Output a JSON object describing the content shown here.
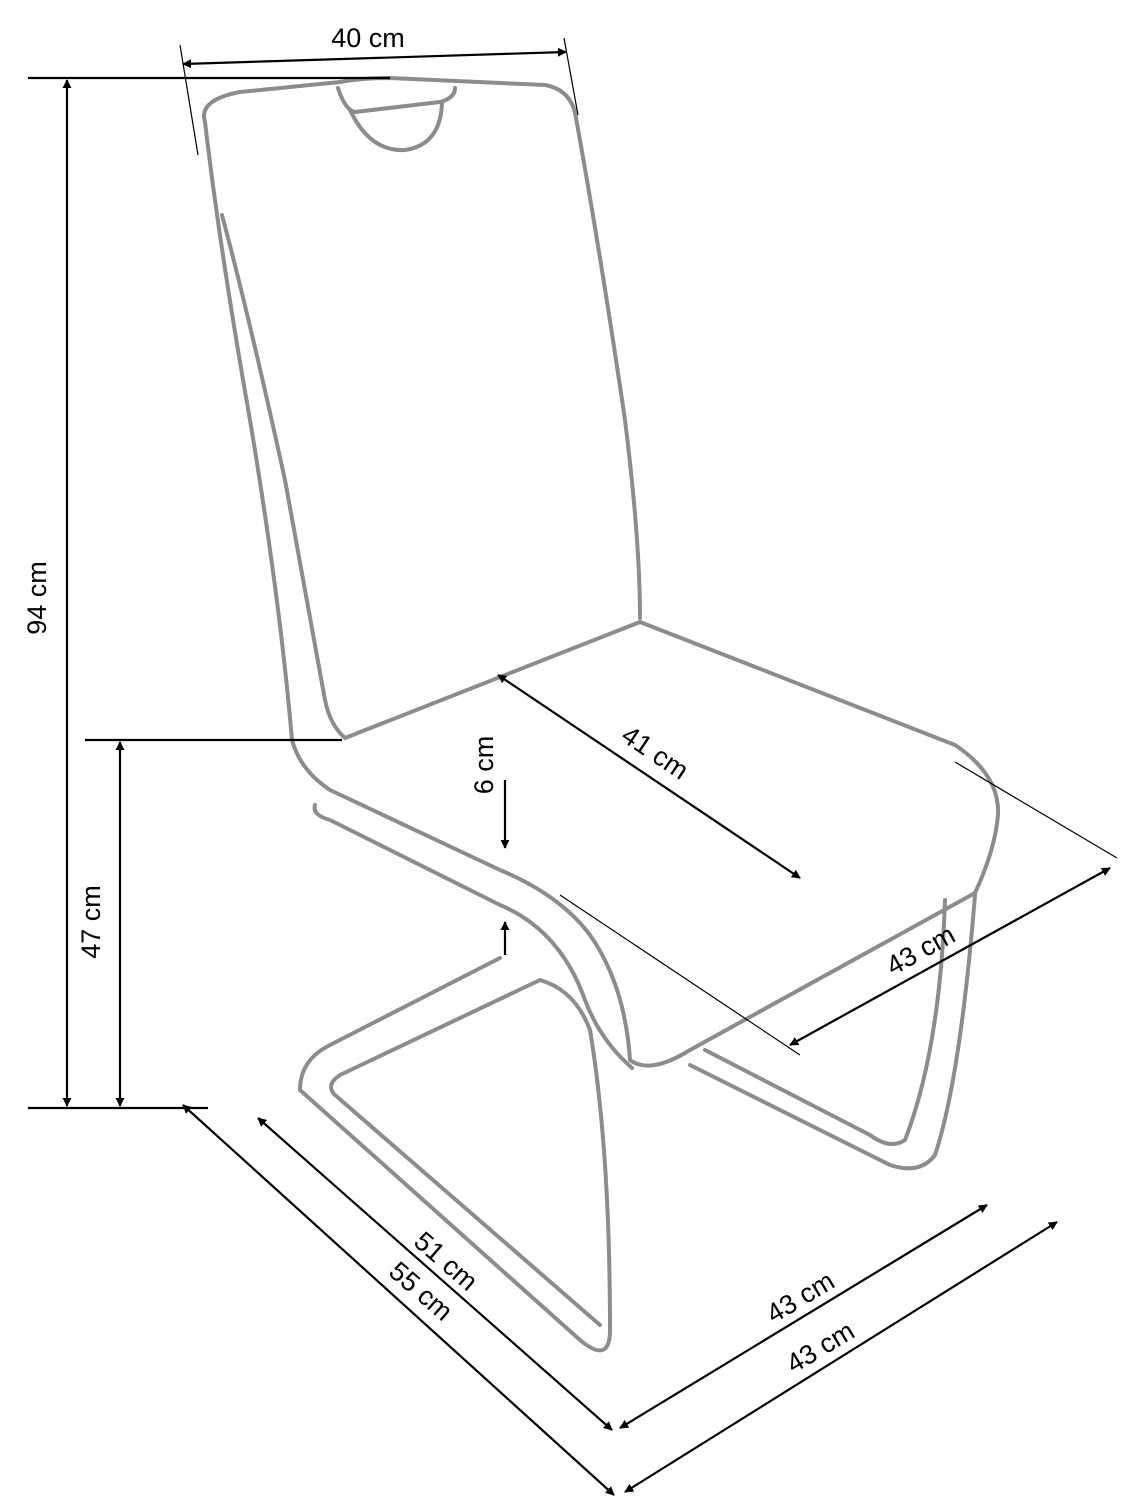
{
  "dimensions": {
    "width_top": "40 cm",
    "total_height": "94 cm",
    "seat_height": "47 cm",
    "seat_thickness": "6 cm",
    "seat_depth": "41 cm",
    "seat_width": "43 cm",
    "base_depth_inner": "51 cm",
    "base_depth_outer": "55 cm",
    "base_width_inner": "43 cm",
    "base_width_outer": "43 cm"
  },
  "colors": {
    "outline": "#8c8c8c",
    "dimension": "#000000"
  }
}
